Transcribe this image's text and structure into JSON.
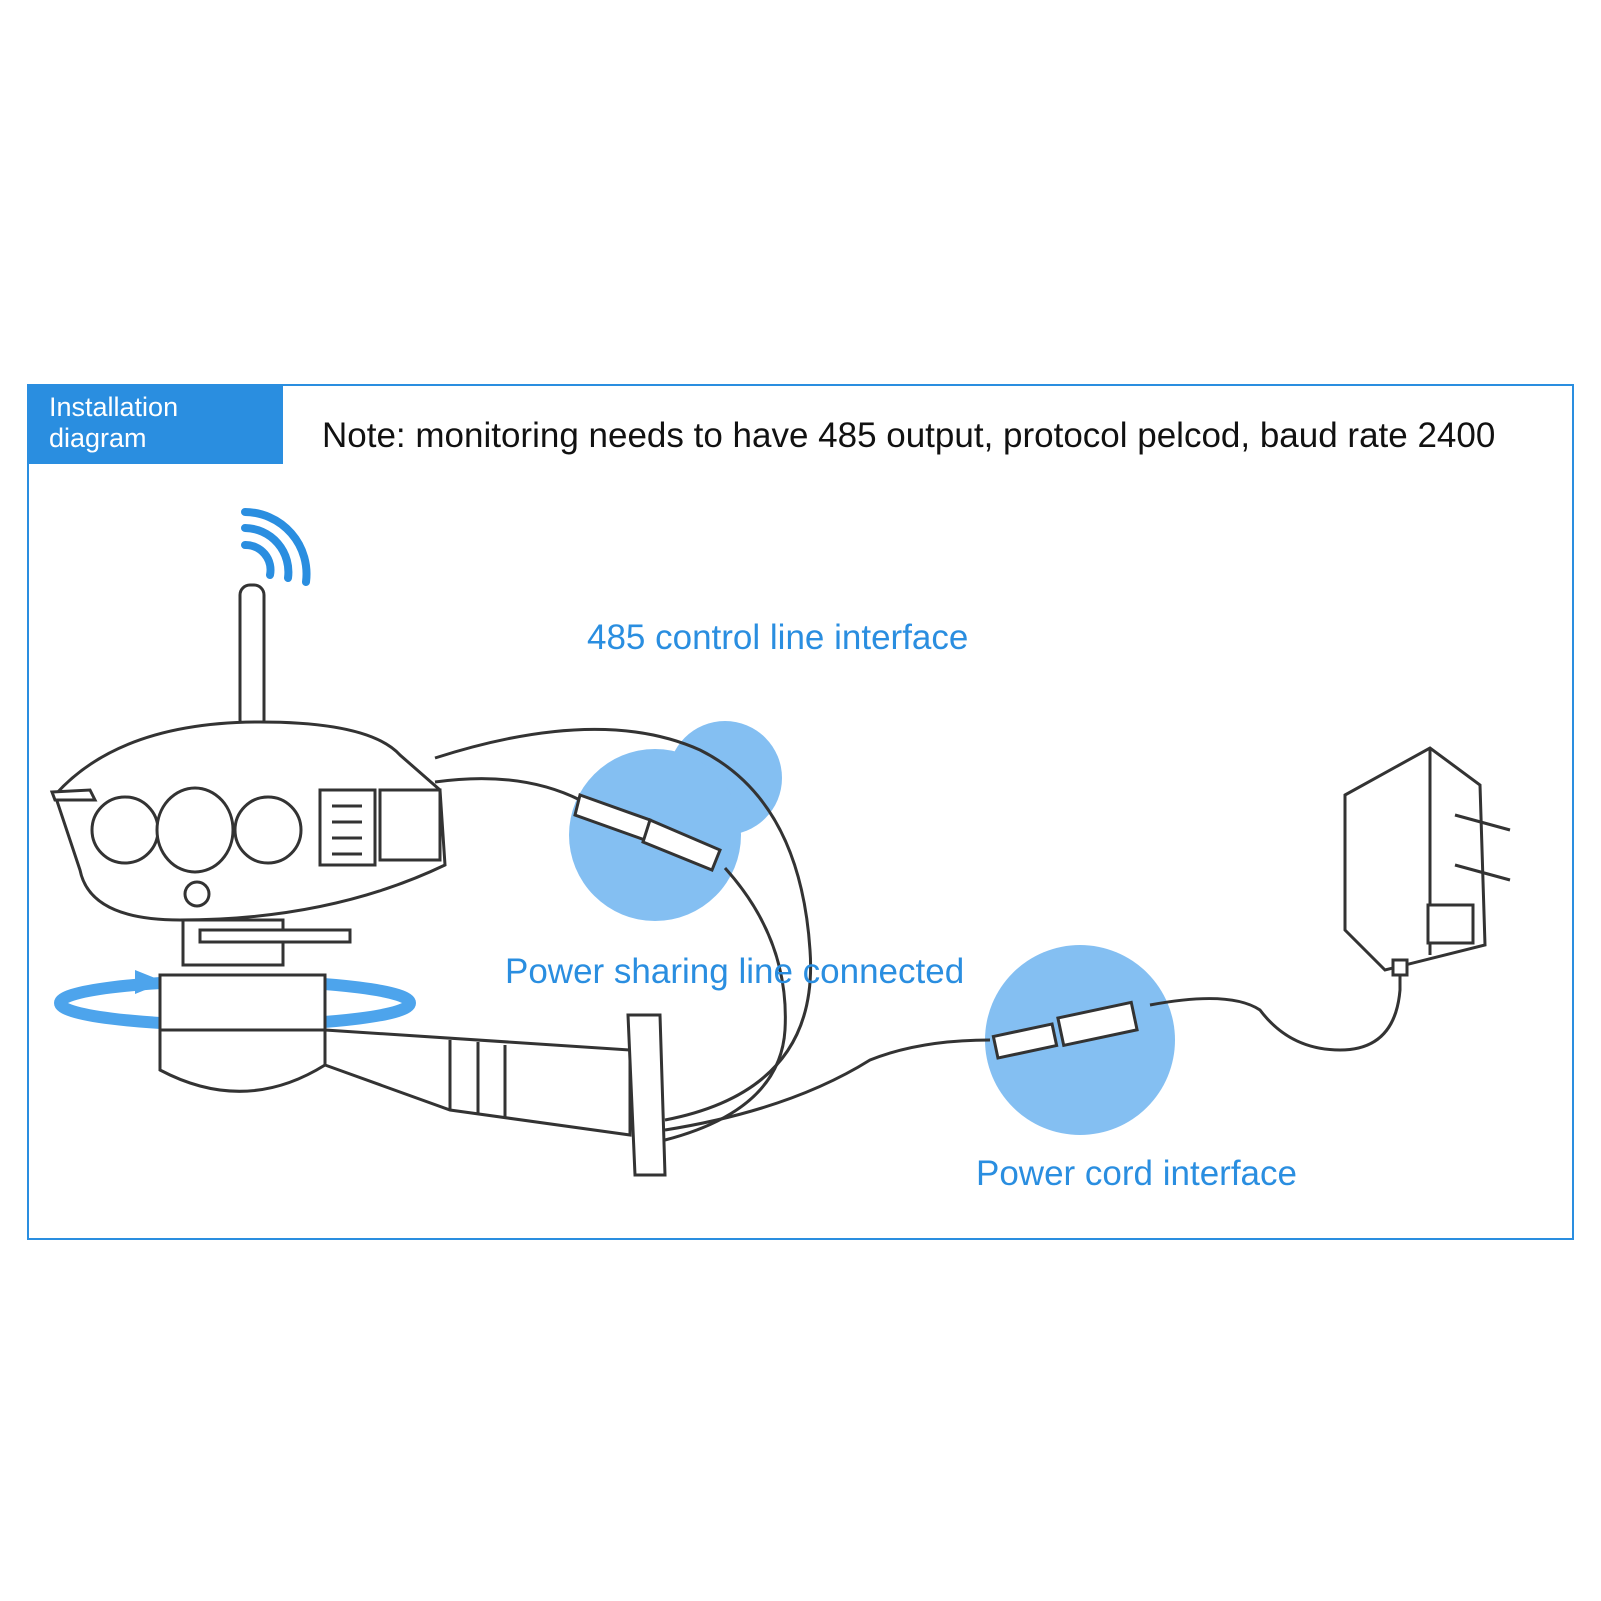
{
  "badge": {
    "line1": "Installation",
    "line2": "diagram"
  },
  "note": "Note: monitoring needs to have 485 output, protocol pelcod, baud rate 2400",
  "callouts": {
    "control_485": "485 control line interface",
    "power_sharing": "Power sharing line connected",
    "power_cord": "Power cord interface"
  },
  "colors": {
    "accent": "#2a8ee0",
    "highlight": "#6fb4f0",
    "line_art": "#333333"
  }
}
